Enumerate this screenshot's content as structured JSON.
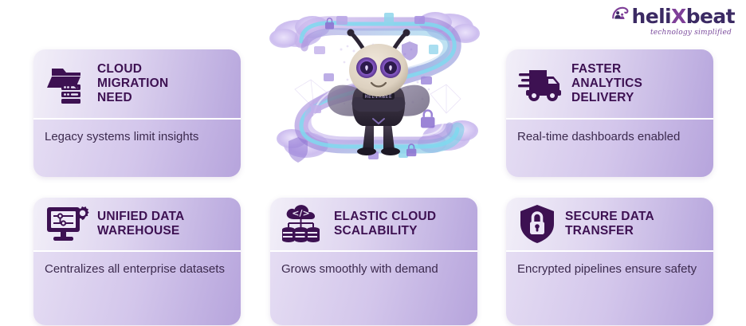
{
  "background_color": "#ffffff",
  "theme": {
    "title_color": "#3d1152",
    "body_text_color": "#3c2a4e",
    "icon_color": "#3d1152",
    "card_header_gradient": [
      "#f2eff8",
      "#b7a6dd"
    ],
    "card_body_gradient": [
      "#e5ddf3",
      "#b6a4dc"
    ],
    "accent_purple": "#7e3f98",
    "logo_text_color": "#3b2a63"
  },
  "brand": {
    "name": "helixbeat",
    "name_prefix": "heli",
    "name_accent_letter": "X",
    "name_suffix": "beat",
    "tagline": "technology simplified",
    "mark_name": "helixbeat-logo-mark"
  },
  "hero": {
    "name": "helixbee-mascot-illustration",
    "mascot_name": "HELIXBEE",
    "chest_label": "HELIXBEE",
    "description": "Bee mascot standing inside a looping data pipeline with clouds, padlocks and shields"
  },
  "cards": [
    {
      "id": "cloud-migration-need",
      "icon": "folder-migration-icon",
      "title": "CLOUD\nMIGRATION\nNEED",
      "title_lines": [
        "CLOUD",
        "MIGRATION",
        "NEED"
      ],
      "body": "Legacy systems limit insights",
      "row": 1,
      "column": 1
    },
    {
      "id": "faster-analytics-delivery",
      "icon": "delivery-truck-icon",
      "title": "FASTER\nANALYTICS\nDELIVERY",
      "title_lines": [
        "FASTER",
        "ANALYTICS",
        "DELIVERY"
      ],
      "body": "Real-time dashboards enabled",
      "row": 1,
      "column": 3
    },
    {
      "id": "unified-data-warehouse",
      "icon": "monitor-gear-icon",
      "title": "UNIFIED DATA\nWAREHOUSE",
      "title_lines": [
        "UNIFIED DATA",
        "WAREHOUSE"
      ],
      "body": "Centralizes all enterprise datasets",
      "row": 2,
      "column": 1
    },
    {
      "id": "elastic-cloud-scalability",
      "icon": "cloud-code-database-icon",
      "title": "ELASTIC CLOUD\nSCALABILITY",
      "title_lines": [
        "ELASTIC CLOUD",
        "SCALABILITY"
      ],
      "body": "Grows smoothly with demand",
      "row": 2,
      "column": 2
    },
    {
      "id": "secure-data-transfer",
      "icon": "shield-lock-icon",
      "title": "SECURE DATA\nTRANSFER",
      "title_lines": [
        "SECURE DATA",
        "TRANSFER"
      ],
      "body": "Encrypted pipelines ensure safety",
      "row": 2,
      "column": 3
    }
  ]
}
